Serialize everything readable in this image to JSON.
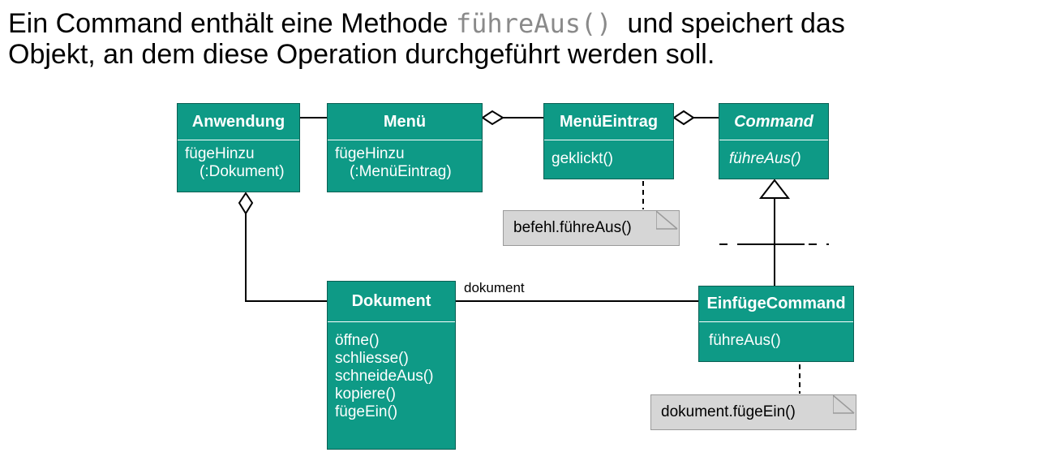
{
  "intro": {
    "before": "Ein Command enthält eine Methode ",
    "code": "führeAus()",
    "after": "  und speichert das",
    "line2": "Objekt, an dem diese Operation durchgeführt werden soll."
  },
  "classes": {
    "anwendung": {
      "name": "Anwendung",
      "ops": [
        "fügeHinzu",
        "(:Dokument)"
      ]
    },
    "menue": {
      "name": "Menü",
      "ops": [
        "fügeHinzu",
        "(:MenüEintrag)"
      ]
    },
    "menueeintrag": {
      "name": "MenüEintrag",
      "ops": [
        "geklickt()"
      ]
    },
    "command": {
      "name": "Command",
      "ops": [
        "führeAus()"
      ]
    },
    "dokument": {
      "name": "Dokument",
      "ops": [
        "öffne()",
        "schliesse()",
        "schneideAus()",
        "kopiere()",
        "fügeEin()"
      ]
    },
    "einfuegecommand": {
      "name": "EinfügeCommand",
      "ops": [
        "führeAus()"
      ]
    }
  },
  "notes": {
    "befehl": "befehl.führeAus()",
    "dokument": "dokument.fügeEin()"
  },
  "labels": {
    "dokument_assoc": "dokument"
  },
  "colors": {
    "class_fill": "#0e9a86",
    "class_border": "#0a5f53",
    "note_fill": "#d6d6d6",
    "intro_code": "#8a8a8a"
  }
}
